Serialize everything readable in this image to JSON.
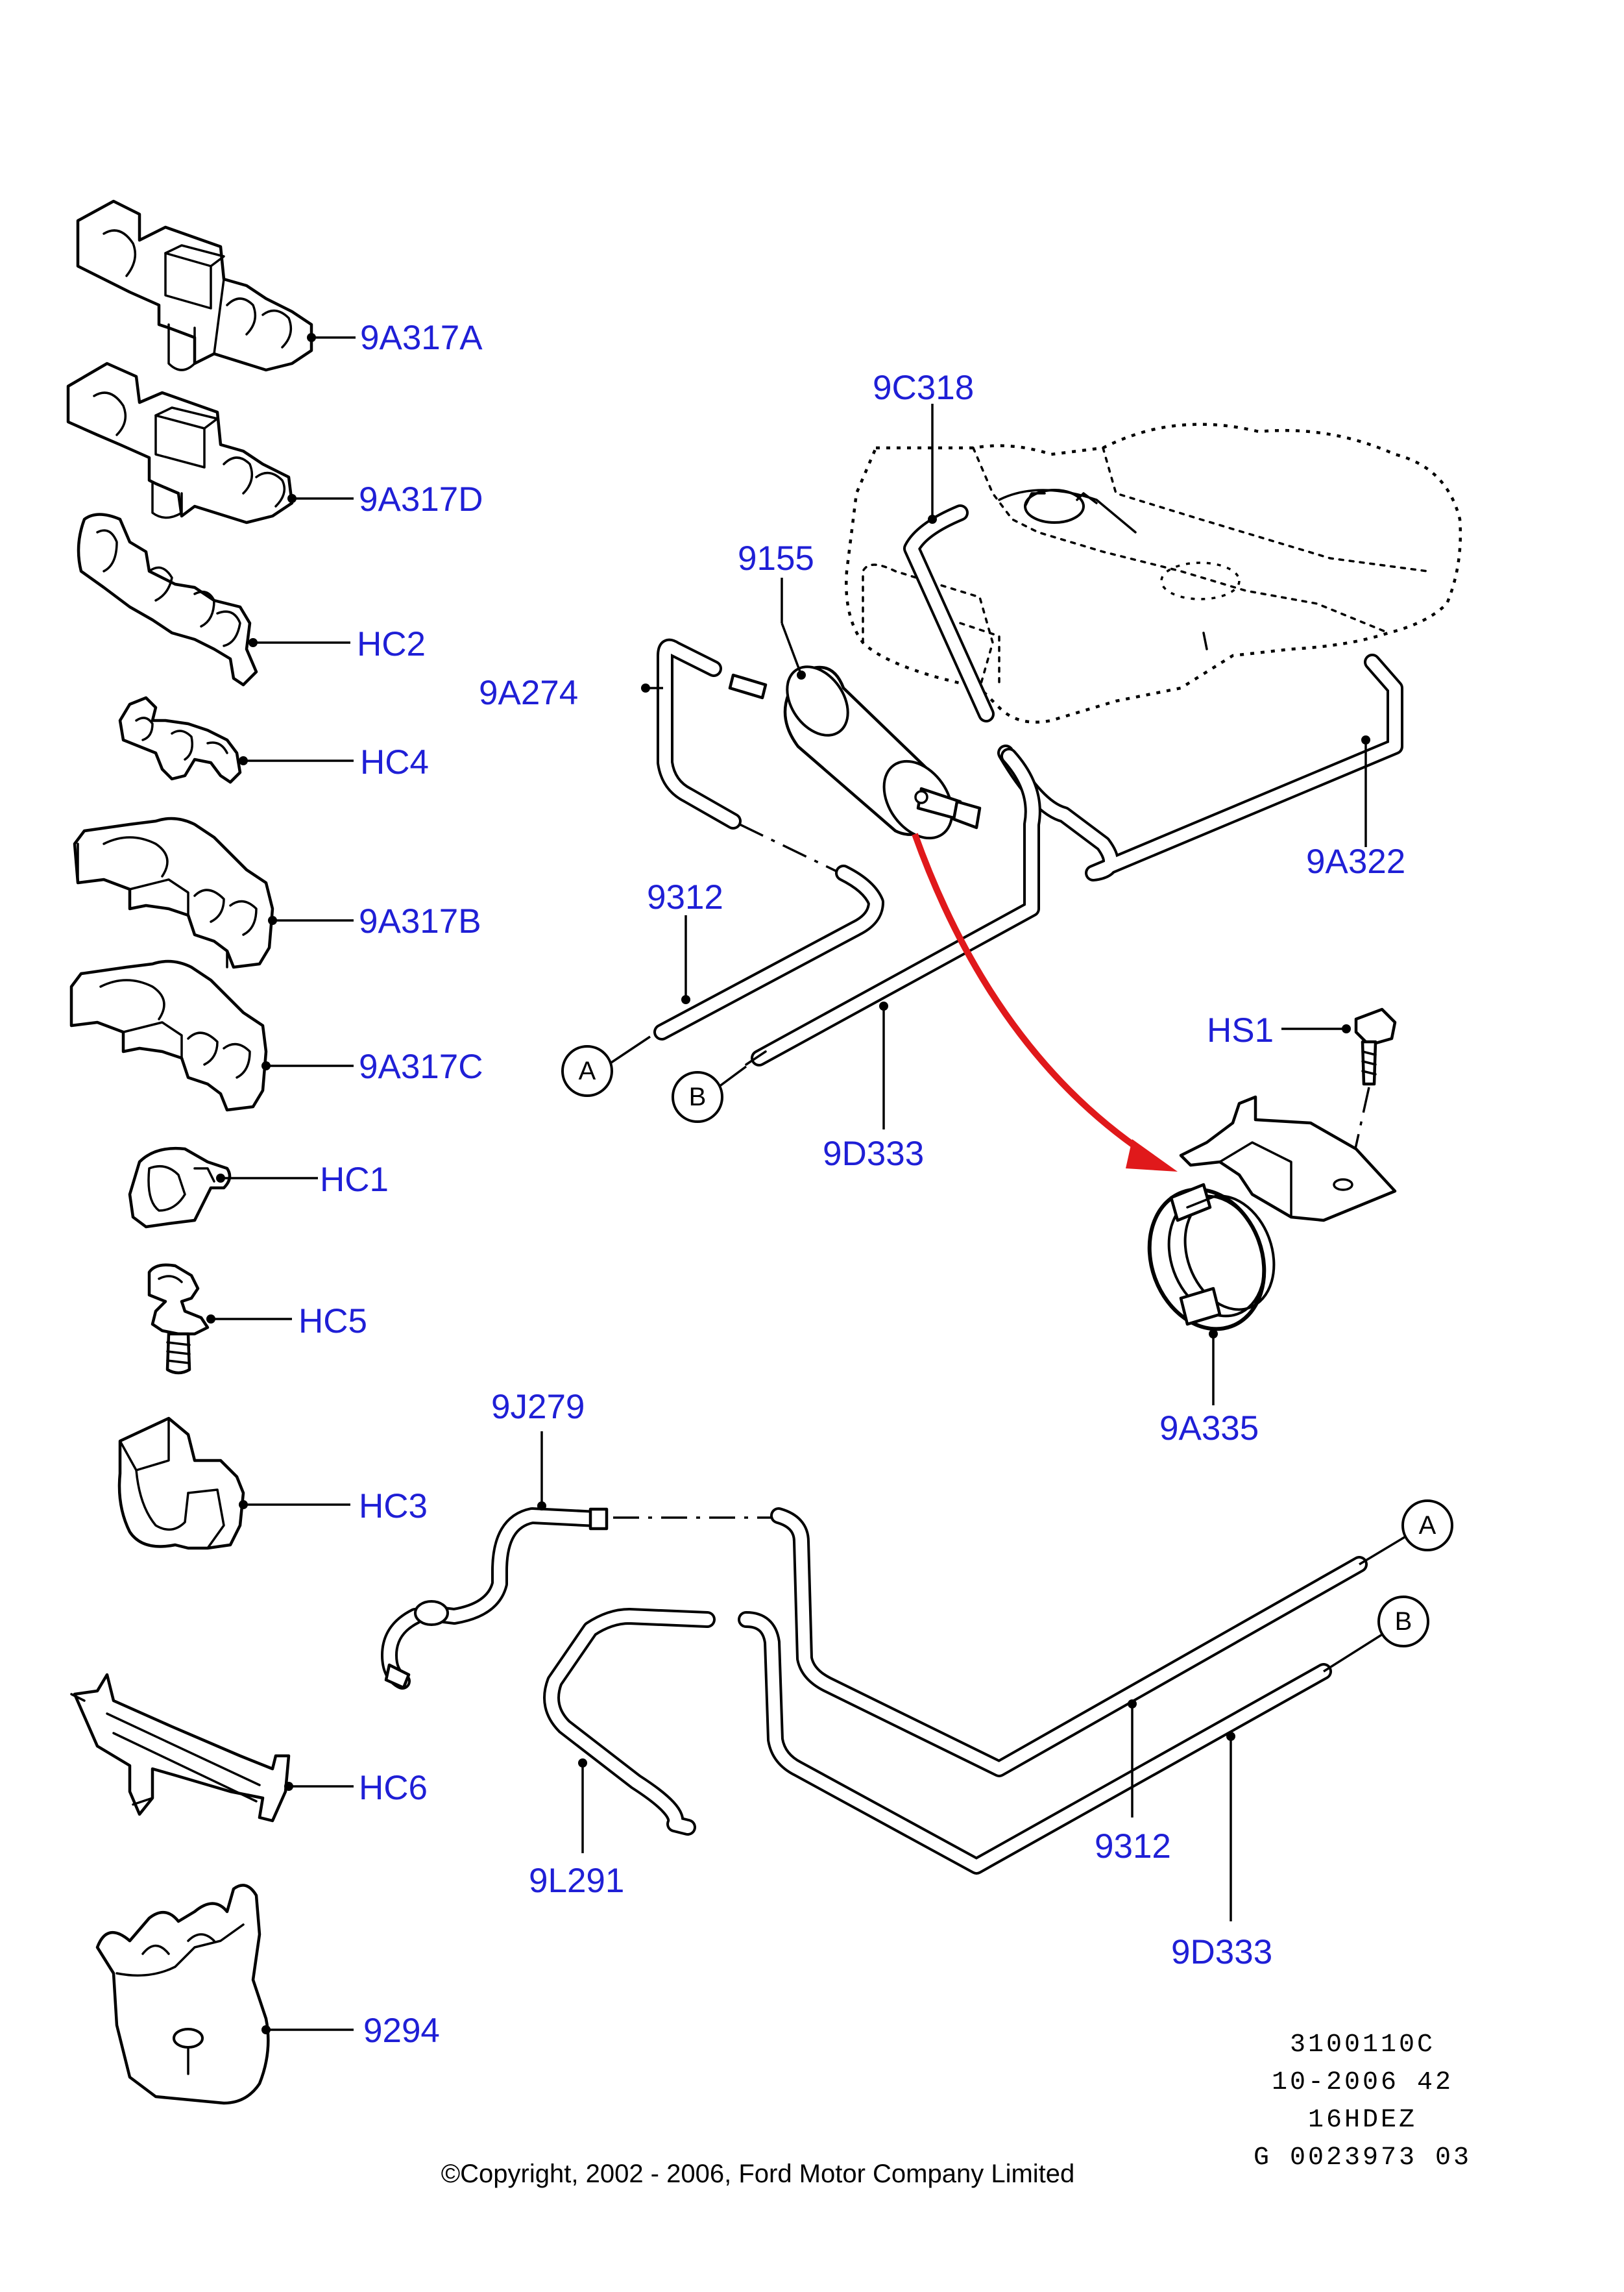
{
  "labels": {
    "c_9a317a": "9A317A",
    "c_9a317d": "9A317D",
    "c_hc2": "HC2",
    "c_hc4": "HC4",
    "c_9a317b": "9A317B",
    "c_9a317c": "9A317C",
    "c_hc1": "HC1",
    "c_hc5": "HC5",
    "c_hc3": "HC3",
    "c_hc6": "HC6",
    "c_9294": "9294",
    "tank_vent": "9C318",
    "filter": "9155",
    "filter_pipe": "9A274",
    "tank_pipe": "9A322",
    "pipe_upper": "9312",
    "pipe_upper_b": "9D333",
    "bolt": "HS1",
    "bracket": "9A335",
    "filler_hose": "9J279",
    "vent_hose": "9L291",
    "pipe_lower": "9312",
    "pipe_lower_b": "9D333"
  },
  "connectors": {
    "a_upper": "A",
    "b_upper": "B",
    "a_lower": "A",
    "b_lower": "B"
  },
  "meta": {
    "line1": "3100110C",
    "line2": "10-2006 42",
    "line3": "16HDEZ",
    "line4": "G 0023973 03"
  },
  "copyright": "©Copyright, 2002 - 2006, Ford Motor Company Limited",
  "colors": {
    "label_blue": "#1f1fd6",
    "arrow_red": "#e0191b"
  }
}
